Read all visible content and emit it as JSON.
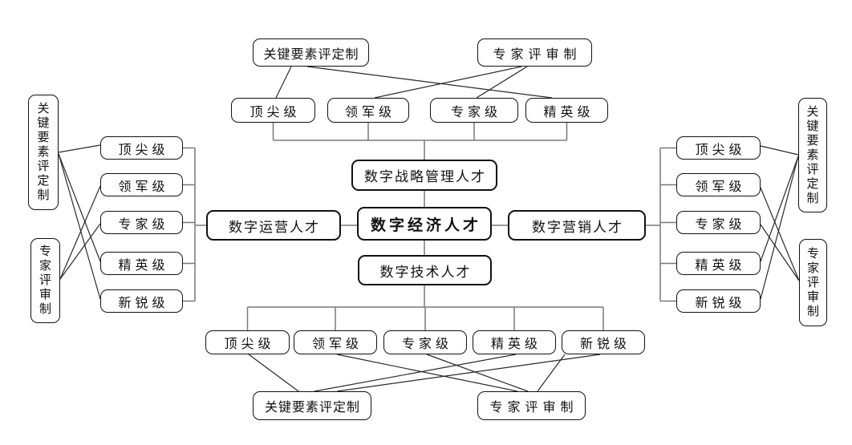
{
  "diagram": {
    "center_node": {
      "label": "数字经济人才"
    },
    "category_nodes": {
      "strategy": "数字战略管理人才",
      "operations": "数字运营人才",
      "marketing": "数字营销人才",
      "technology": "数字技术人才"
    },
    "top_section": {
      "eval_key_factor": "关键要素评定制",
      "eval_expert_review": "专家评审制",
      "levels": [
        "顶尖级",
        "领军级",
        "专家级",
        "精英级"
      ]
    },
    "left_section": {
      "eval_key_factor": "关键要素评定制",
      "eval_expert_review": "专家评审制",
      "levels": [
        "顶尖级",
        "领军级",
        "专家级",
        "精英级",
        "新锐级"
      ]
    },
    "right_section": {
      "eval_key_factor": "关键要素评定制",
      "eval_expert_review": "专家评审制",
      "levels": [
        "顶尖级",
        "领军级",
        "专家级",
        "精英级",
        "新锐级"
      ]
    },
    "bottom_section": {
      "eval_key_factor": "关键要素评定制",
      "eval_expert_review": "专家评审制",
      "levels": [
        "顶尖级",
        "领军级",
        "专家级",
        "精英级",
        "新锐级"
      ]
    }
  },
  "colors": {
    "background": "#ffffff",
    "text": "#111111",
    "box_border": "#111111",
    "connector": "#787878",
    "diagonal": "#2a2a2a"
  }
}
